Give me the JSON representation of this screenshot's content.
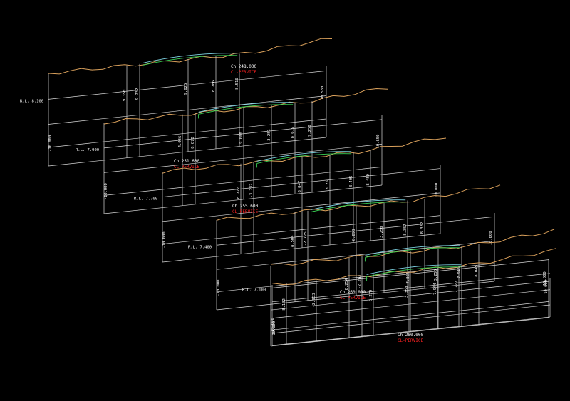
{
  "colors": {
    "ground": "#d9a05b",
    "design_green": "#39d353",
    "design_cyan": "#7fd6e6",
    "frame": "#d8d8d8",
    "label_red": "#ff2222"
  },
  "sections": [
    {
      "id": "s1",
      "datum": "R.L. 8.100",
      "left_value": "-10.000",
      "right_value": "10.580",
      "ch_label": "Ch 248.000",
      "cl_label": "CL-PERVICE",
      "vlabels": [
        "9.350",
        "9.232",
        "9.826",
        "8.786",
        "8.516"
      ]
    },
    {
      "id": "s2",
      "datum": "R.L. 7.900",
      "left_value": "-10.000",
      "right_value": "10.650",
      "ch_label": "",
      "cl_label": "",
      "vlabels": [
        "-4.036",
        "8.870",
        "9.000",
        "3.251",
        "8.619",
        "9.250"
      ]
    },
    {
      "id": "s3",
      "datum": "R.L. 7.700",
      "left_value": "-10.000",
      "right_value": "10.000",
      "ch_label": "Ch 251.600",
      "cl_label": "CL-PERVICE",
      "vlabels": [
        "8.727",
        "-3.237",
        "8.847",
        "3.251",
        "8.405",
        "8.450"
      ]
    },
    {
      "id": "s4",
      "datum": "R.L. 7.400",
      "left_value": "-10.000",
      "right_value": "10.000",
      "ch_label": "Ch 255.600",
      "cl_label": "CL-PERVICE",
      "vlabels": [
        "8.504",
        "-2.775",
        "8.893",
        "3.250",
        "8.357",
        "8.332"
      ]
    },
    {
      "id": "s5",
      "datum": "R.L. 7.100",
      "left_value": "-10.000",
      "right_value": "10.000",
      "ch_label": "Ch 260.000",
      "cl_label": "CL-PERVICE",
      "vlabels": [
        "8.254",
        "-2.263",
        "7.864",
        "3.250",
        "7.945",
        "8.045"
      ]
    },
    {
      "id": "s6",
      "datum": "",
      "left_value": "-10.000",
      "right_value": "10.000",
      "ch_label": "Ch 280.000",
      "cl_label": "CL-PERVICE",
      "vlabels": [
        "8.132",
        "-2.953",
        "8.279",
        "3.350",
        "7.944",
        "7.272"
      ]
    }
  ]
}
